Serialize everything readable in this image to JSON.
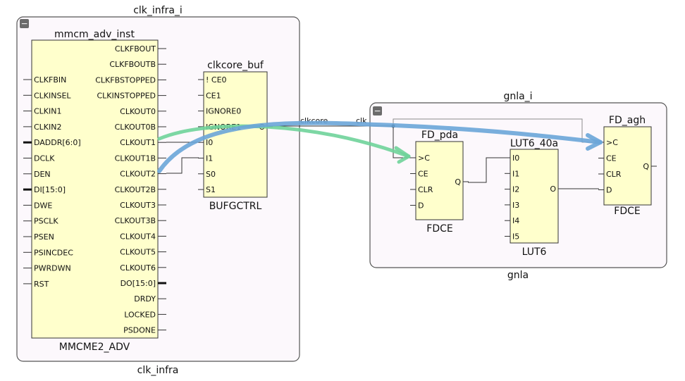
{
  "hierarchy": {
    "clk_infra": {
      "instance_name": "clk_infra_i",
      "module_name": "clk_infra",
      "collapse_glyph": "−"
    },
    "gnla": {
      "instance_name": "gnla_i",
      "module_name": "gnla",
      "collapse_glyph": "−"
    }
  },
  "cells": {
    "mmcm": {
      "instance_name": "mmcm_adv_inst",
      "type": "MMCME2_ADV",
      "left_pins": [
        "CLKFBIN",
        "CLKINSEL",
        "CLKIN1",
        "CLKIN2",
        "DADDR[6:0]",
        "DCLK",
        "DEN",
        "DI[15:0]",
        "DWE",
        "PSCLK",
        "PSEN",
        "PSINCDEC",
        "PWRDWN",
        "RST"
      ],
      "right_pins": [
        "CLKFBOUT",
        "CLKFBOUTB",
        "CLKFBSTOPPED",
        "CLKINSTOPPED",
        "CLKOUT0",
        "CLKOUT0B",
        "CLKOUT1",
        "CLKOUT1B",
        "CLKOUT2",
        "CLKOUT2B",
        "CLKOUT3",
        "CLKOUT3B",
        "CLKOUT4",
        "CLKOUT5",
        "CLKOUT6",
        "DO[15:0]",
        "DRDY",
        "LOCKED",
        "PSDONE"
      ]
    },
    "bufg": {
      "instance_name": "clkcore_buf",
      "type": "BUFGCTRL",
      "left_pins": [
        "! CE0",
        "CE1",
        "IGNORE0",
        "IGNORE1",
        "I0",
        "I1",
        "S0",
        "S1"
      ],
      "right_pins": [
        "O"
      ]
    },
    "fd_pda": {
      "instance_name": "FD_pda",
      "type": "FDCE",
      "left_pins": [
        ">C",
        "CE",
        "CLR",
        "D"
      ],
      "right_pins": [
        "Q"
      ]
    },
    "lut": {
      "instance_name": "LUT6_40a",
      "type": "LUT6",
      "left_pins": [
        "I0",
        "I1",
        "I2",
        "I3",
        "I4",
        "I5"
      ],
      "right_pins": [
        "O"
      ]
    },
    "fd_agh": {
      "instance_name": "FD_agh",
      "type": "FDCE",
      "left_pins": [
        ">C",
        "CE",
        "CLR",
        "D"
      ],
      "right_pins": [
        "Q"
      ]
    }
  },
  "nets": {
    "clkcore": "clkcore",
    "clk": "clk"
  },
  "highlights": {
    "green": "#6fd39a",
    "blue": "#6aa5d8"
  }
}
